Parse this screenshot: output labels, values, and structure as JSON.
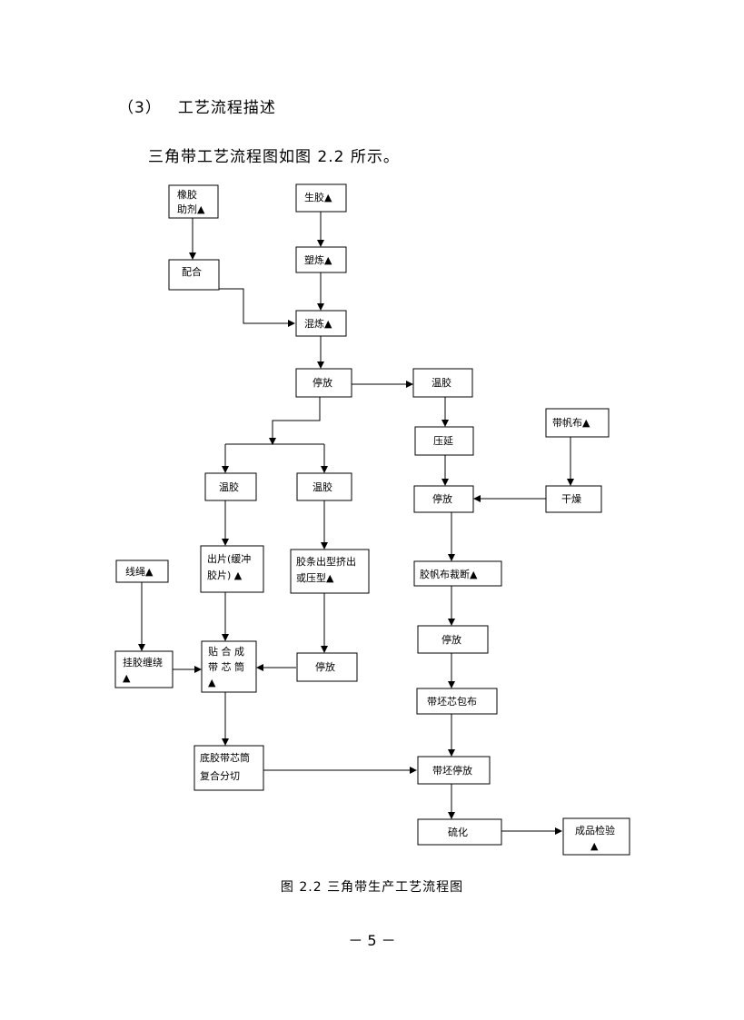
{
  "section": {
    "number": "（3）",
    "title": "工艺流程描述"
  },
  "intro_text": "三角带工艺流程图如图 2.2 所示。",
  "diagram": {
    "nodes": {
      "rubber_additive": [
        "橡胶",
        "助剂▲"
      ],
      "compounding": [
        "配合"
      ],
      "raw_rubber": [
        "生胶▲"
      ],
      "plasticating": [
        "塑炼▲"
      ],
      "mixing": [
        "混炼▲"
      ],
      "parking_1": [
        "停放"
      ],
      "warming_right": [
        "温胶"
      ],
      "calendering": [
        "压延"
      ],
      "belt_canvas": [
        "带帆布▲"
      ],
      "drying": [
        "干燥"
      ],
      "parking_right": [
        "停放"
      ],
      "warming_left": [
        "温胶"
      ],
      "warming_mid": [
        "温胶"
      ],
      "sheeting": [
        "出片(缓冲",
        "胶片) ▲"
      ],
      "strip_extrude": [
        "胶条出型挤出",
        "或压型▲"
      ],
      "rubberized_canvas_cut": [
        "胶帆布裁断▲"
      ],
      "cord": [
        "线绳▲"
      ],
      "cord_coating_winding": [
        "挂胶缠绕",
        "▲"
      ],
      "laminate_core": [
        "贴 合 成",
        "带 芯 筒",
        "▲"
      ],
      "parking_mid": [
        "停放"
      ],
      "parking_lower_right": [
        "停放"
      ],
      "belt_blank_wrap": [
        "带坯芯包布"
      ],
      "base_core_cut": [
        "底胶带芯筒",
        "复合分切"
      ],
      "blank_parking": [
        "带坯停放"
      ],
      "vulcanizing": [
        "硫化"
      ],
      "inspection": [
        "成品检验",
        "▲"
      ]
    }
  },
  "caption": "图 2.2  三角带生产工艺流程图",
  "page_number": "－ 5 －"
}
